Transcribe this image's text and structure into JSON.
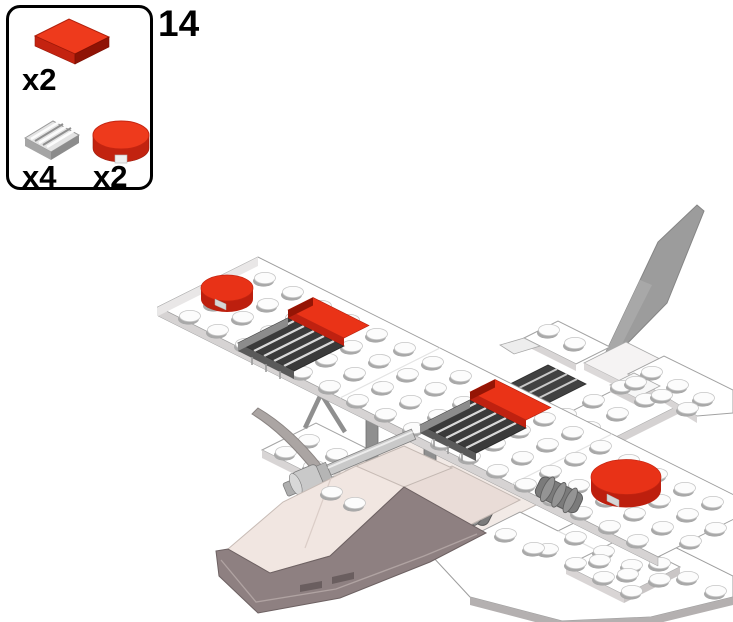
{
  "step": {
    "number": "14"
  },
  "parts_callout": {
    "parts": [
      {
        "name": "tile-1x2-red",
        "count_label": "x2",
        "color": "#ee3a1c"
      },
      {
        "name": "grille-tile-1x2-gray",
        "count_label": "x4",
        "color": "#e3e3e3"
      },
      {
        "name": "round-tile-2x2-red",
        "count_label": "x2",
        "color": "#ee3a1c"
      }
    ]
  },
  "model": {
    "description": "Partially built LEGO seaplane in isometric view: long white studded top wing carrying two gray grille vents capped with red 1x2 tiles and two red round tiles, gray tail fin with white stabilizer plates, gray struts and machine-gun barrel, tan sloped cockpit over a dark gray hull, and white lower float plates.",
    "palette": {
      "red_top": "#e83217",
      "red_side": "#bf2110",
      "plate_white": "#ffffff",
      "plate_edge": "#d6d3d3",
      "outline_gray": "#9e9e9e",
      "grille_dark": "#3a3a3a",
      "fin_gray": "#9c9c9c",
      "hull_gray": "#8e8081",
      "slope_tan": "#f1e6e1",
      "strut_gray": "#8f8f8f"
    }
  }
}
